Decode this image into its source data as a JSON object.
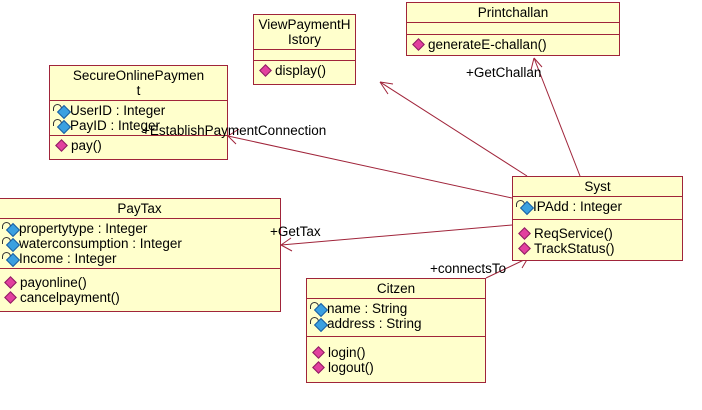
{
  "classes": {
    "view_payment_history": {
      "name": "ViewPaymentH\nIstory",
      "attributes": [],
      "operations": [
        "display()"
      ]
    },
    "printchallan": {
      "name": "Printchallan",
      "attributes": [],
      "operations": [
        "generateE-challan()"
      ]
    },
    "secure_online_payment": {
      "name": "SecureOnlinePaymen\nt",
      "attributes": [
        "UserID : Integer",
        "PayID : Integer"
      ],
      "operations": [
        "pay()"
      ]
    },
    "paytax": {
      "name": "PayTax",
      "attributes": [
        "propertytype : Integer",
        "waterconsumption : Integer",
        "Income : Integer"
      ],
      "operations": [
        "payonline()",
        "cancelpayment()"
      ]
    },
    "syst": {
      "name": "Syst",
      "attributes": [
        "IPAdd : Integer"
      ],
      "operations": [
        "ReqService()",
        "TrackStatus()"
      ]
    },
    "citzen": {
      "name": "Citzen",
      "attributes": [
        "name : String",
        "address : String"
      ],
      "operations": [
        "login()",
        "logout()"
      ]
    }
  },
  "associations": {
    "get_challan": "+GetChallan",
    "establish_payment": "+EstablishPaymentConnection",
    "get_tax": "+GetTax",
    "connects_to": "+connectsTo"
  },
  "colors": {
    "class_fill": "#ffffcc",
    "class_border": "#a0243a",
    "edge": "#a0243a"
  },
  "icons": {
    "attribute": "lock-gem-attribute-icon",
    "operation": "pink-diamond-operation-icon"
  }
}
